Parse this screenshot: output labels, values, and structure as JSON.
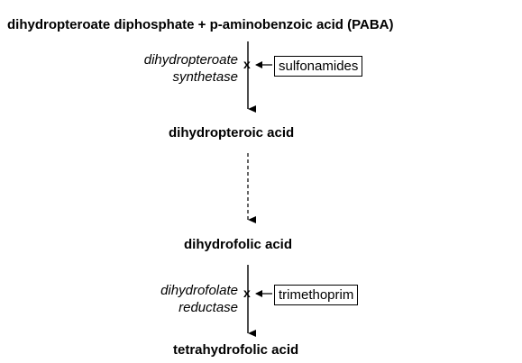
{
  "compounds": {
    "start": "dihydropteroate diphosphate + p-aminobenzoic acid (PABA)",
    "dihydropteroic": "dihydropteroic acid",
    "dihydrofolic": "dihydrofolic acid",
    "tetrahydrofolic": "tetrahydrofolic acid"
  },
  "steps": [
    {
      "enzyme_line1": "dihydropteroate",
      "enzyme_line2": "synthetase",
      "block_mark": "x",
      "inhibitor": "sulfonamides"
    },
    {
      "enzyme_line1": "dihydrofolate",
      "enzyme_line2": "reductase",
      "block_mark": "x",
      "inhibitor": "trimethoprim"
    }
  ]
}
